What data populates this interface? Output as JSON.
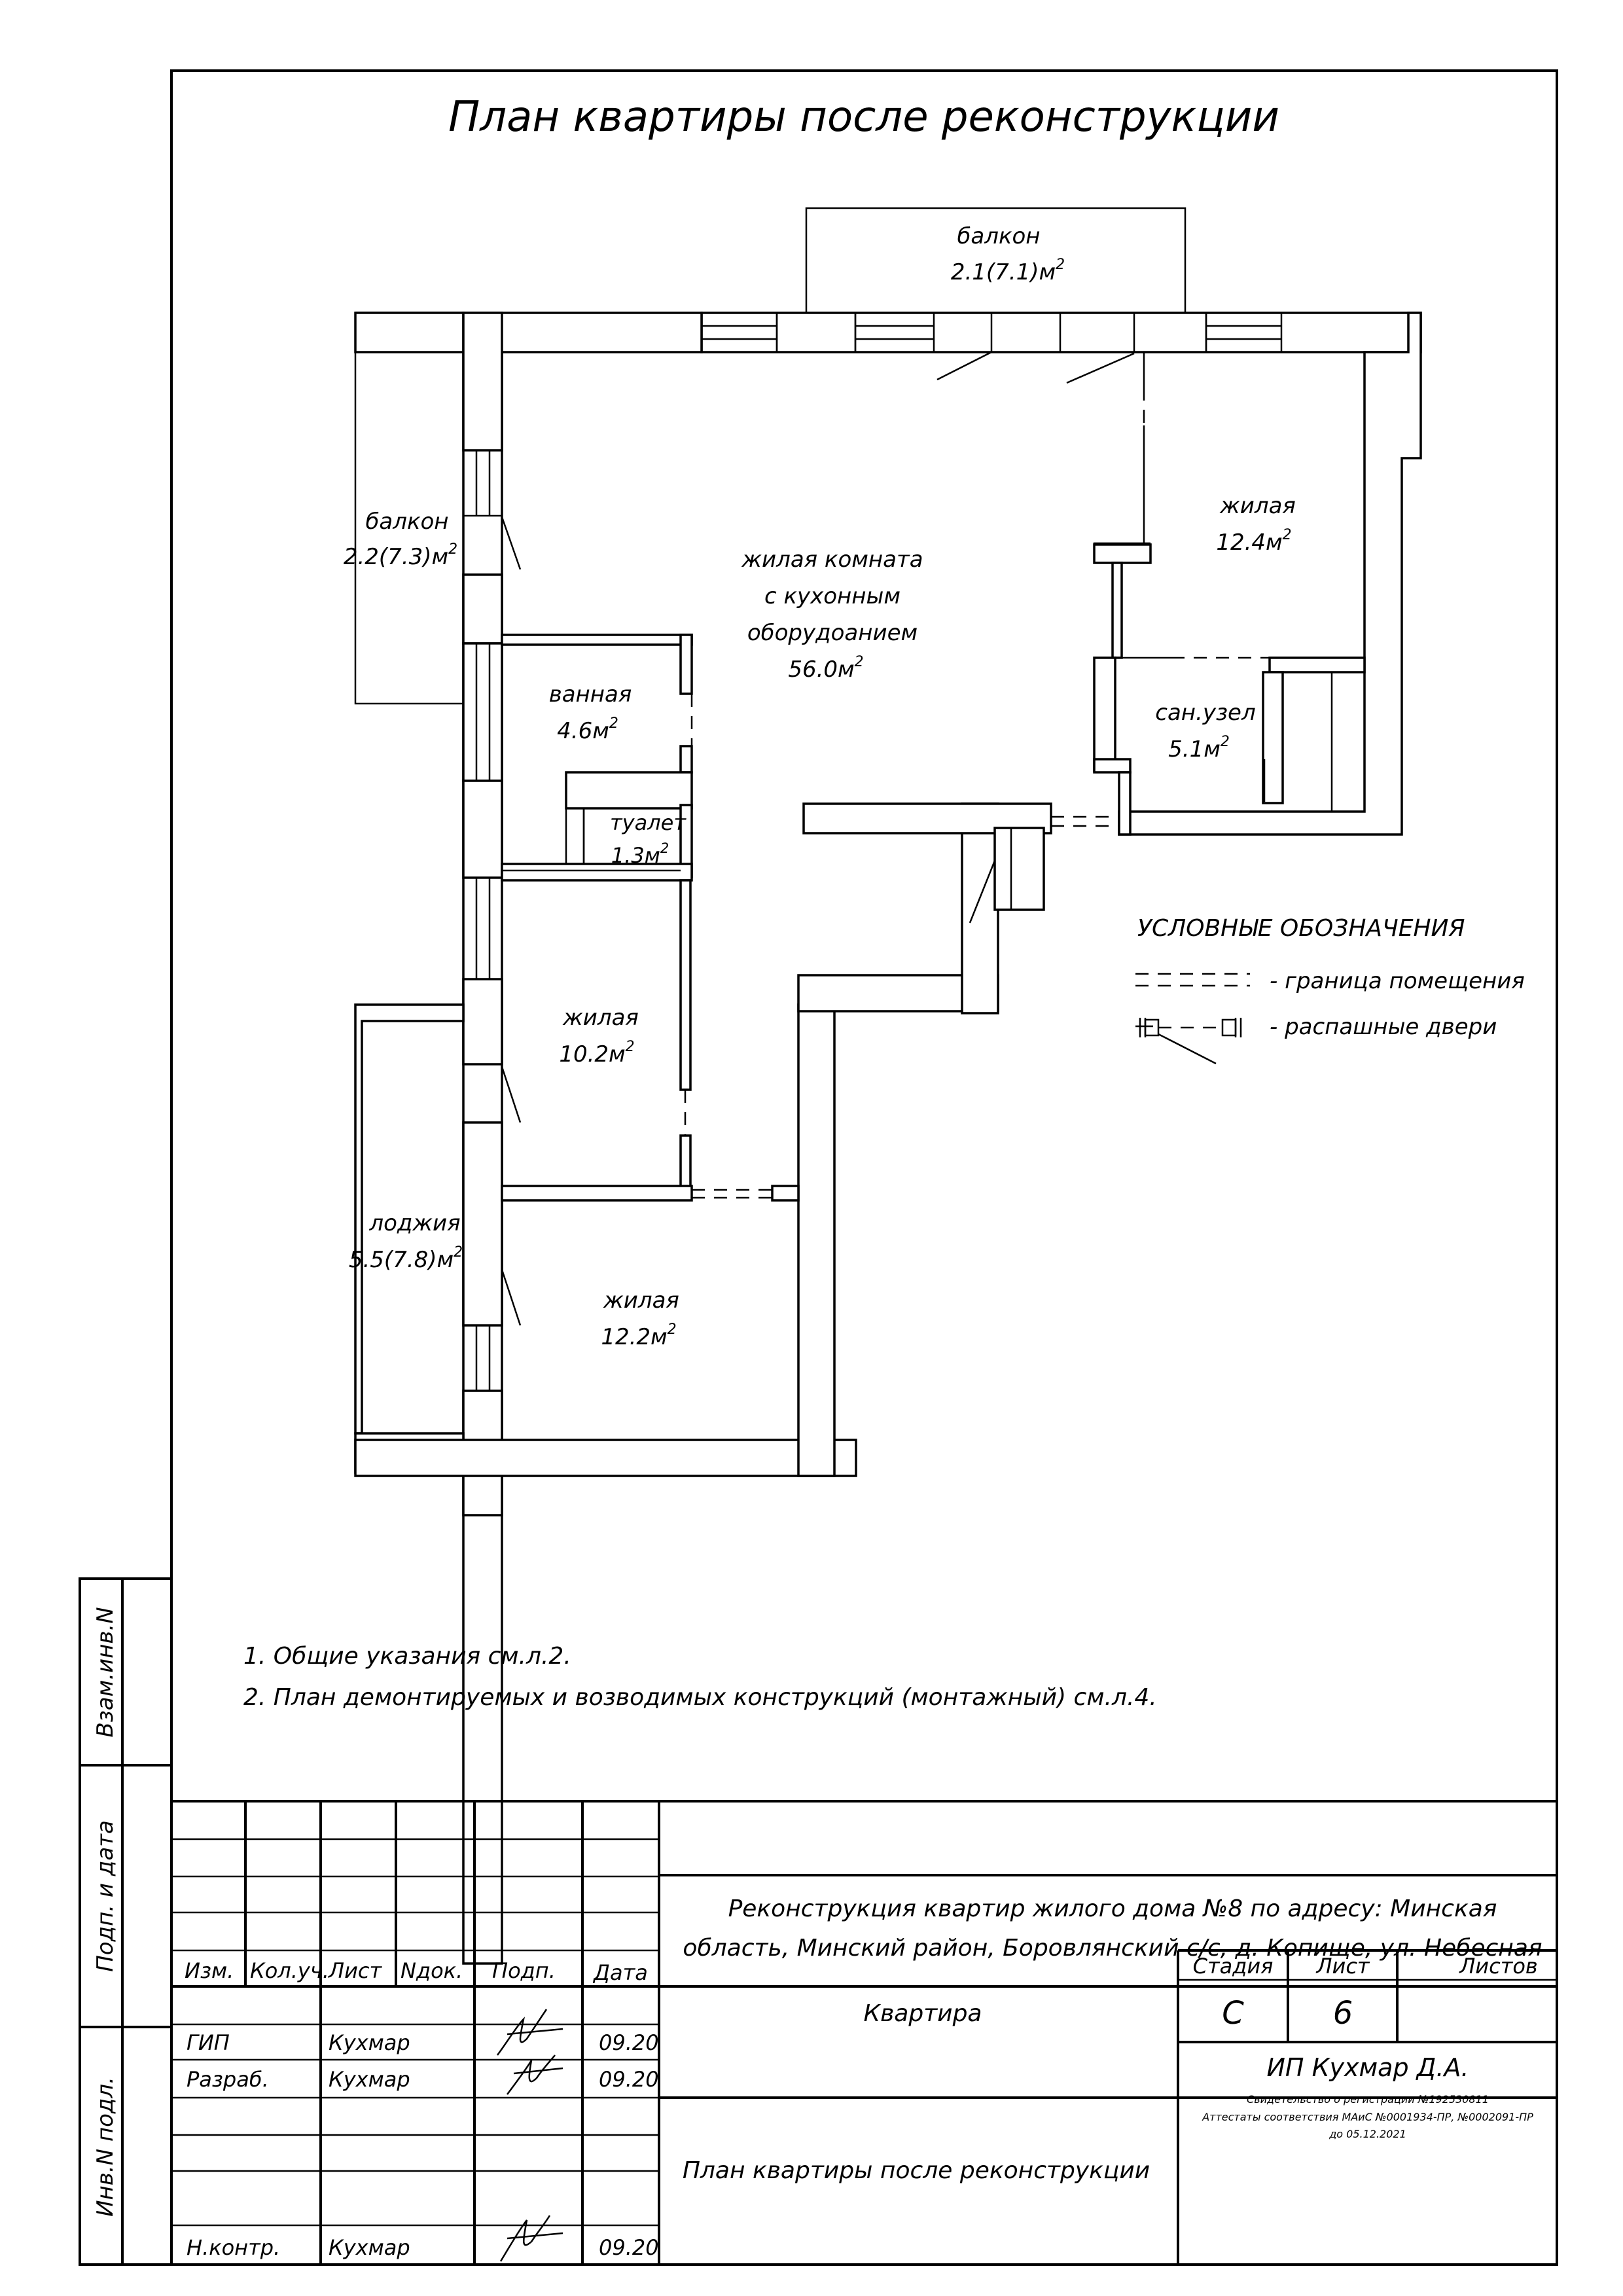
{
  "title": "План квартиры после реконструкции",
  "rooms": {
    "balcony_top": {
      "name": "балкон",
      "area": "2.1(7.1)м",
      "sup": "2"
    },
    "balcony_left": {
      "name": "балкон",
      "area": "2.2(7.3)м",
      "sup": "2"
    },
    "living_kitchen": {
      "line1": "жилая комната",
      "line2": "с кухонным",
      "line3": "оборудоанием",
      "area": "56.0м",
      "sup": "2"
    },
    "living_ne": {
      "name": "жилая",
      "area": "12.4м",
      "sup": "2"
    },
    "bathroom": {
      "name": "ванная",
      "area": "4.6м",
      "sup": "2"
    },
    "toilet": {
      "name": "туалет",
      "area": "1.3м",
      "sup": "2"
    },
    "sanuzel": {
      "name": "сан.узел",
      "area": "5.1м",
      "sup": "2"
    },
    "living_w": {
      "name": "жилая",
      "area": "10.2м",
      "sup": "2"
    },
    "loggia": {
      "name": "лоджия",
      "area": "5.5(7.8)м",
      "sup": "2"
    },
    "living_sw": {
      "name": "жилая",
      "area": "12.2м",
      "sup": "2"
    }
  },
  "legend": {
    "title": "УСЛОВНЫЕ ОБОЗНАЧЕНИЯ",
    "items": [
      {
        "label": "- граница помещения"
      },
      {
        "label": "- распашные двери"
      }
    ]
  },
  "notes": [
    "1. Общие указания см.л.2.",
    "2. План демонтируемых и возводимых конструкций (монтажный) см.л.4."
  ],
  "side_stamps": [
    "Взам.инв.N",
    "Подп. и дата",
    "Инв.N подл."
  ],
  "title_block": {
    "headers": [
      "Изм.",
      "Кол.уч.",
      "Лист",
      "Nдок.",
      "Подп.",
      "Дата"
    ],
    "rows": [
      {
        "role": "ГИП",
        "name": "Кухмар",
        "date": "09.20"
      },
      {
        "role": "Разраб.",
        "name": "Кухмар",
        "date": "09.20"
      },
      {
        "role": "Н.контр.",
        "name": "Кухмар",
        "date": "09.20"
      }
    ],
    "project_line1": "Реконструкция квартир  жилого дома №8 по адресу: Минская",
    "project_line2": "область, Минский район, Боровлянский с/с, д. Копище, ул. Небесная",
    "object": "Квартира",
    "sheet_title": "План квартиры после реконструкции",
    "stage_label": "Стадия",
    "sheet_label": "Лист",
    "sheets_label": "Листов",
    "stage": "С",
    "sheet_no": "6",
    "sheets_total": "",
    "company": "ИП Кухмар Д.А.",
    "cert1": "Свидетельство о регистрации №192530811",
    "cert2": "Аттестаты соответствия МАиС №0001934-ПР, №0002091-ПР",
    "cert3": "до 05.12.2021"
  }
}
